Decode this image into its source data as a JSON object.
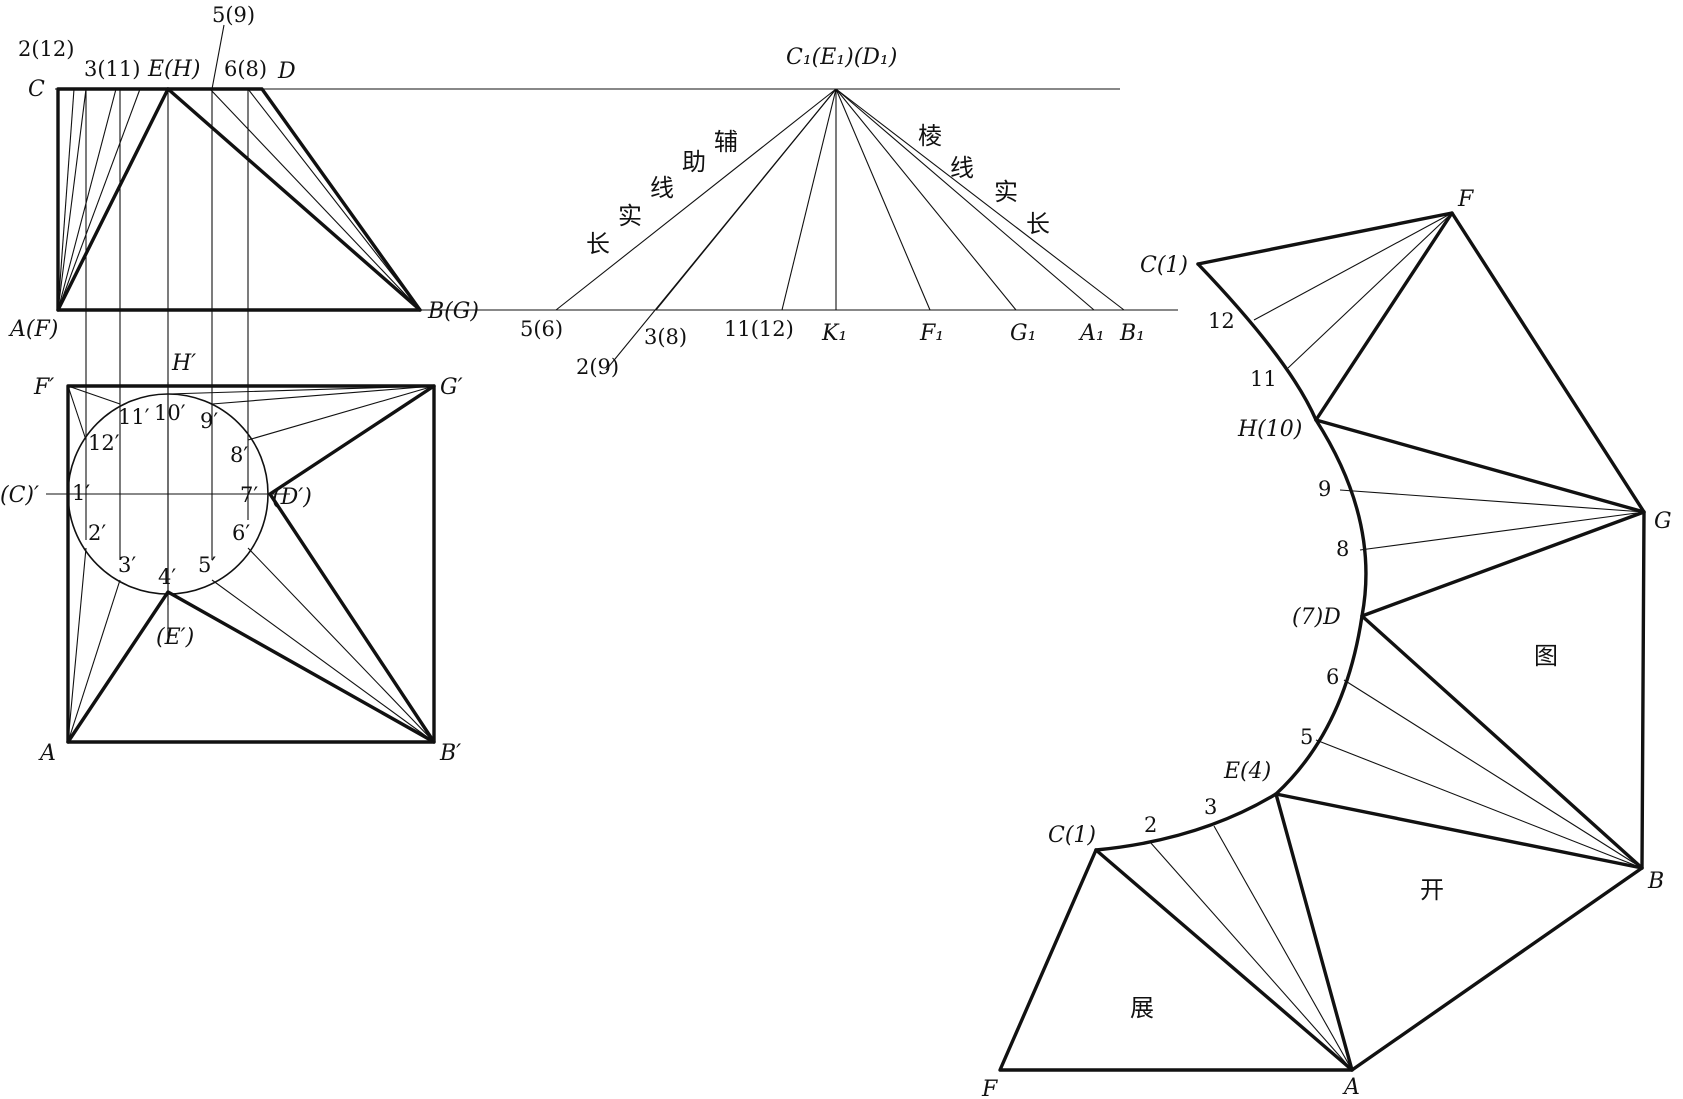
{
  "front_view": {
    "labels": {
      "C": "C",
      "D": "D",
      "EH": "E(H)",
      "AF": "A(F)",
      "BG": "B(G)",
      "p2_12": "2(12)",
      "p3_11": "3(11)",
      "p6_8": "6(8)",
      "p5_9": "5(9)"
    }
  },
  "top_view": {
    "labels": {
      "F": "F′",
      "G": "G′",
      "A": "A",
      "B": "B′",
      "Hp": "H′",
      "Cp": "(C)′",
      "Dp": "(D′)",
      "Ep": "(E′)",
      "n1": "1′",
      "n2": "2′",
      "n3": "3′",
      "n4": "4′",
      "n5": "5′",
      "n6": "6′",
      "n7": "7′",
      "n8": "8′",
      "n9": "9′",
      "n10": "10′",
      "n11": "11′",
      "n12": "12′"
    }
  },
  "true_length": {
    "apex": "C₁(E₁)(D₁)",
    "base_labels": [
      "5(6)",
      "2(9)",
      "3(8)",
      "11(12)",
      "K₁",
      "F₁",
      "G₁",
      "A₁",
      "B₁"
    ],
    "left_text": [
      "长",
      "实",
      "线",
      "助",
      "辅"
    ],
    "right_text": [
      "棱",
      "线",
      "实",
      "长"
    ]
  },
  "development": {
    "labels": {
      "F_top": "F",
      "C1_top": "C(1)",
      "n12": "12",
      "n11": "11",
      "H10": "H(10)",
      "n9": "9",
      "n8": "8",
      "G": "G",
      "D7": "(7)D",
      "n6": "6",
      "n5": "5",
      "E4": "E(4)",
      "n3": "3",
      "n2": "2",
      "C1_bot": "C(1)",
      "B": "B",
      "A": "A",
      "F_bot": "F"
    },
    "caption": [
      "图",
      "开",
      "展"
    ]
  }
}
